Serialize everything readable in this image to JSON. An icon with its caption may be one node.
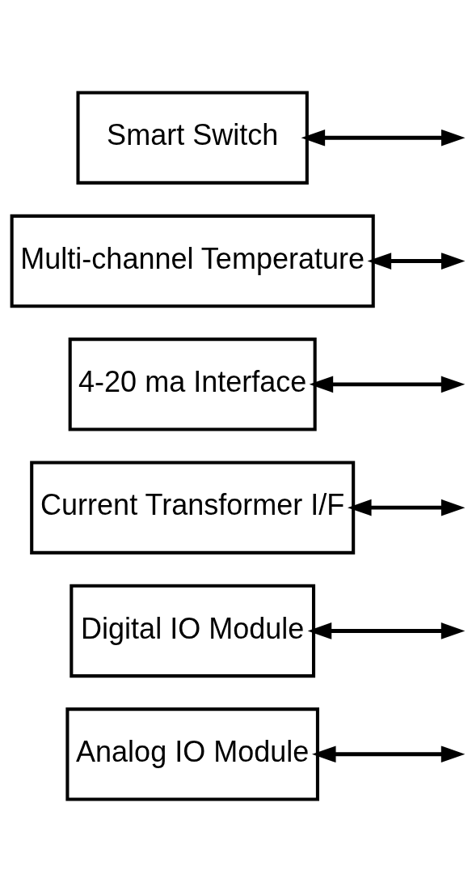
{
  "diagram": {
    "nodes": [
      {
        "text": [
          "Smart Switch"
        ]
      },
      {
        "text": [
          "Multi-channel Temperature"
        ]
      },
      {
        "text": [
          "4-20 ma Interface"
        ]
      },
      {
        "text": [
          "Current Transformer I/F"
        ]
      },
      {
        "text": [
          "Digital IO Module"
        ]
      },
      {
        "text": [
          "Analog IO Module"
        ]
      }
    ],
    "edges": [
      {
        "from": 0,
        "to": null,
        "arrow": "both"
      },
      {
        "from": 1,
        "to": null,
        "arrow": "both"
      },
      {
        "from": 2,
        "to": null,
        "arrow": "both"
      },
      {
        "from": 3,
        "to": null,
        "arrow": "both"
      },
      {
        "from": 4,
        "to": null,
        "arrow": "both"
      },
      {
        "from": 5,
        "to": null,
        "arrow": "both"
      }
    ]
  }
}
